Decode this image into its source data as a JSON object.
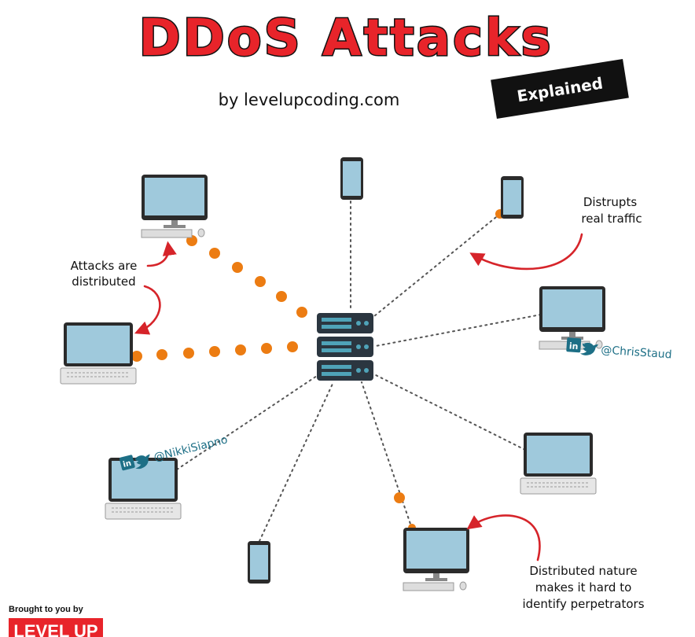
{
  "header": {
    "title": "DDoS Attacks",
    "byline": "by levelupcoding.com",
    "badge": "Explained"
  },
  "annotations": {
    "distributed_line1": "Attacks are",
    "distributed_line2": "distributed",
    "disrupts_line1": "Distrupts",
    "disrupts_line2": "real traffic",
    "hard_line1": "Distributed nature",
    "hard_line2": "makes it hard to",
    "hard_line3": "identify perpetrators"
  },
  "credits": {
    "right_handle": "@ChrisStaud",
    "left_handle": "@NikkiSiapno",
    "linkedin_glyph": "in"
  },
  "footer": {
    "brought_by": "Brought to you by",
    "logo_text": "LEVEL UP"
  },
  "colors": {
    "title_red": "#e8242a",
    "attack_dot": "#ec7c12",
    "server_body": "#2b3640",
    "server_accent": "#4fa3b8",
    "screen": "#9fc9dc",
    "arrow_red": "#d6242a",
    "social_teal": "#1d6f86"
  },
  "icons": [
    "server-icon",
    "desktop-icon",
    "laptop-icon",
    "phone-icon",
    "linkedin-icon",
    "twitter-icon"
  ]
}
